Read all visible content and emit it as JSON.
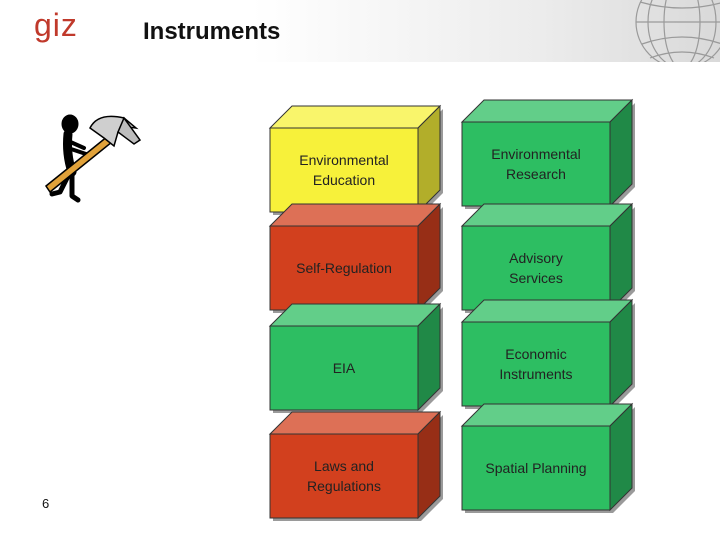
{
  "header": {
    "logo_text": "giz",
    "title": "Instruments"
  },
  "page_number": "6",
  "colors": {
    "yellow": "#f7f13a",
    "red": "#d2401e",
    "green": "#2dbe62",
    "logo_red": "#c0392b"
  },
  "boxes": [
    {
      "label": "Environmental\nEducation",
      "color": "yellow"
    },
    {
      "label": "Environmental\nResearch",
      "color": "green"
    },
    {
      "label": "Self-Regulation",
      "color": "red"
    },
    {
      "label": "Advisory\nServices",
      "color": "green"
    },
    {
      "label": "EIA",
      "color": "green"
    },
    {
      "label": "Economic\nInstruments",
      "color": "green"
    },
    {
      "label": "Laws and\nRegulations",
      "color": "red"
    },
    {
      "label": "Spatial Planning",
      "color": "green"
    }
  ],
  "icons": {
    "logo": "giz-logo",
    "globe": "globe-icon",
    "figure": "hammer-figure-icon"
  }
}
